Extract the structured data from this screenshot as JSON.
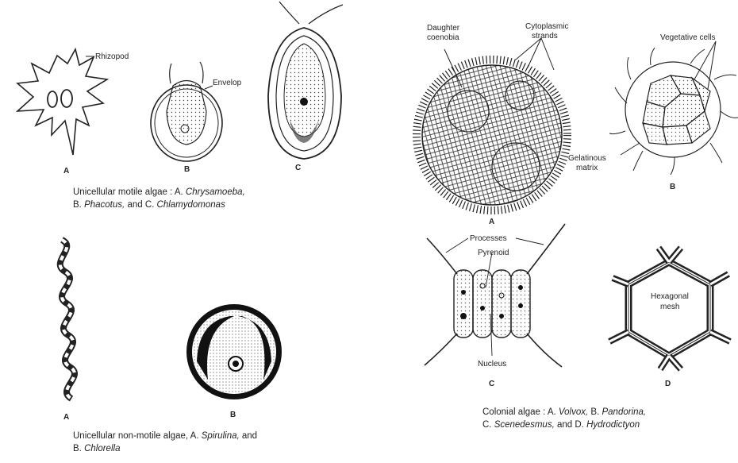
{
  "left": {
    "fig1": {
      "labels": {
        "rhizopod": "Rhizopod",
        "envelop": "Envelop"
      },
      "letters": [
        "A",
        "B",
        "C"
      ],
      "caption": {
        "prefix": "Unicellular motile algae : A.",
        "a": "Chrysamoeba,",
        "b_prefix": "B.",
        "b": "Phacotus,",
        "c_prefix": "and C.",
        "c": "Chlamydomonas"
      }
    },
    "fig2": {
      "letters": [
        "A",
        "B"
      ],
      "caption": {
        "prefix": "Unicellular non-motile algae, A.",
        "a": "Spirulina,",
        "and": "and",
        "b_prefix": "B.",
        "b": "Chlorella"
      }
    }
  },
  "right": {
    "labels": {
      "daughter": [
        "Daughter",
        "coenobia"
      ],
      "cyto": [
        "Cytoplasmic",
        "strands"
      ],
      "vegetative": "Vegetative cells",
      "gelatinous": [
        "Gelatinous",
        "matrix"
      ],
      "processes": "Processes",
      "pyrenoid": "Pyrenoid",
      "nucleus": "Nucleus",
      "hexagonal": [
        "Hexagonal",
        "mesh"
      ]
    },
    "letters": [
      "A",
      "B",
      "C",
      "D"
    ],
    "caption": {
      "prefix": "Colonial algae : A.",
      "a": "Volvox,",
      "b_prefix": "B.",
      "b": "Pandorina,",
      "c_prefix": "C.",
      "c": "Scenedesmus,",
      "d_prefix": "and D.",
      "d": "Hydrodictyon"
    }
  }
}
